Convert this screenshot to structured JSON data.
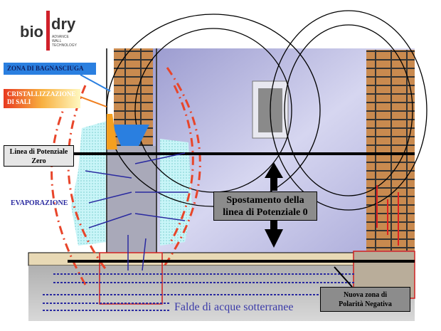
{
  "logo": {
    "text_left": "bio",
    "text_right": "dry",
    "tagline": [
      "ADVANCE",
      "WALL",
      "TECHNOLOGY"
    ],
    "accent": "#d0202a"
  },
  "labels": {
    "zona_bagnasciuga": "ZONA DI BAGNASCIUGA",
    "cristallizzazione": [
      "CRISTALLIZZAZIONE",
      "DI SALI"
    ],
    "linea_potenziale": [
      "Linea di Potenziale",
      "Zero"
    ],
    "evaporazione": "EVAPORAZIONE",
    "spostamento": [
      "Spostamento della",
      "linea di Potenziale 0"
    ],
    "nuova_zona": [
      "Nuova zona di",
      "Polarità Negativa"
    ],
    "falde": "Falde di acque sotterranee"
  },
  "colors": {
    "wall_bg": "#b8b8e0",
    "brick": "#c98a4f",
    "ground": "#e8d9b5",
    "water": "#b5f0f5",
    "arrow_blue": "#2a2aa0",
    "field_red": "#e8452a",
    "label_grey": "#8c8c8c",
    "zone_blue": "#2a7fe0"
  }
}
